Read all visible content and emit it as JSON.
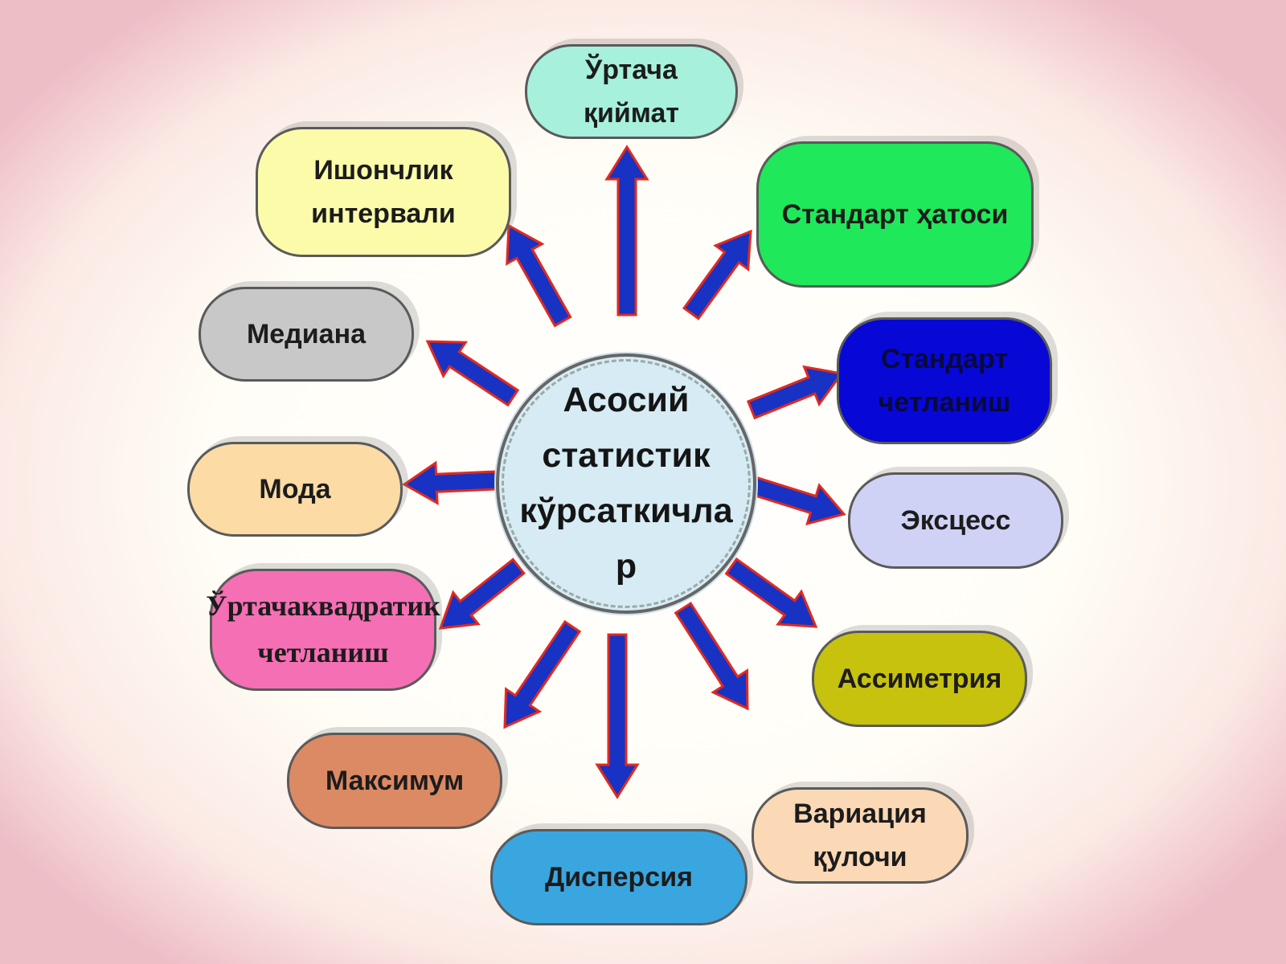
{
  "center": {
    "label": "Асосий\nстатистик\nкўрсаткичла\nр",
    "color": "#d6ebf3"
  },
  "nodes": [
    {
      "id": "mean",
      "label": "Ўртача қиймат",
      "color": "#a6f0dc"
    },
    {
      "id": "standard-error",
      "label": "Стандарт ҳатоси",
      "color": "#1fe85a"
    },
    {
      "id": "standard-deviation",
      "label": "Стандарт\nчетланиш",
      "color": "#0707d6"
    },
    {
      "id": "excess",
      "label": "Эксцесс",
      "color": "#cfd2f5"
    },
    {
      "id": "asymmetry",
      "label": "Ассиметрия",
      "color": "#c6c20e"
    },
    {
      "id": "variation-range",
      "label": "Вариация қулочи",
      "color": "#fbd8b6"
    },
    {
      "id": "dispersion",
      "label": "Дисперсия",
      "color": "#3aa6e0"
    },
    {
      "id": "maximum",
      "label": "Максимум",
      "color": "#dc8a64"
    },
    {
      "id": "mean-square-deviation",
      "label": "Ўртачаквадратик\nчетланиш",
      "color": "#f56fb4"
    },
    {
      "id": "mode",
      "label": "Мода",
      "color": "#fcdba4"
    },
    {
      "id": "median",
      "label": "Медиана",
      "color": "#c8c8c8"
    },
    {
      "id": "confidence-interval",
      "label": "Ишончлик\nинтервали",
      "color": "#fbfbaa"
    }
  ],
  "arrow_color": "#1832c4",
  "arrow_outline": "#e02a1e"
}
